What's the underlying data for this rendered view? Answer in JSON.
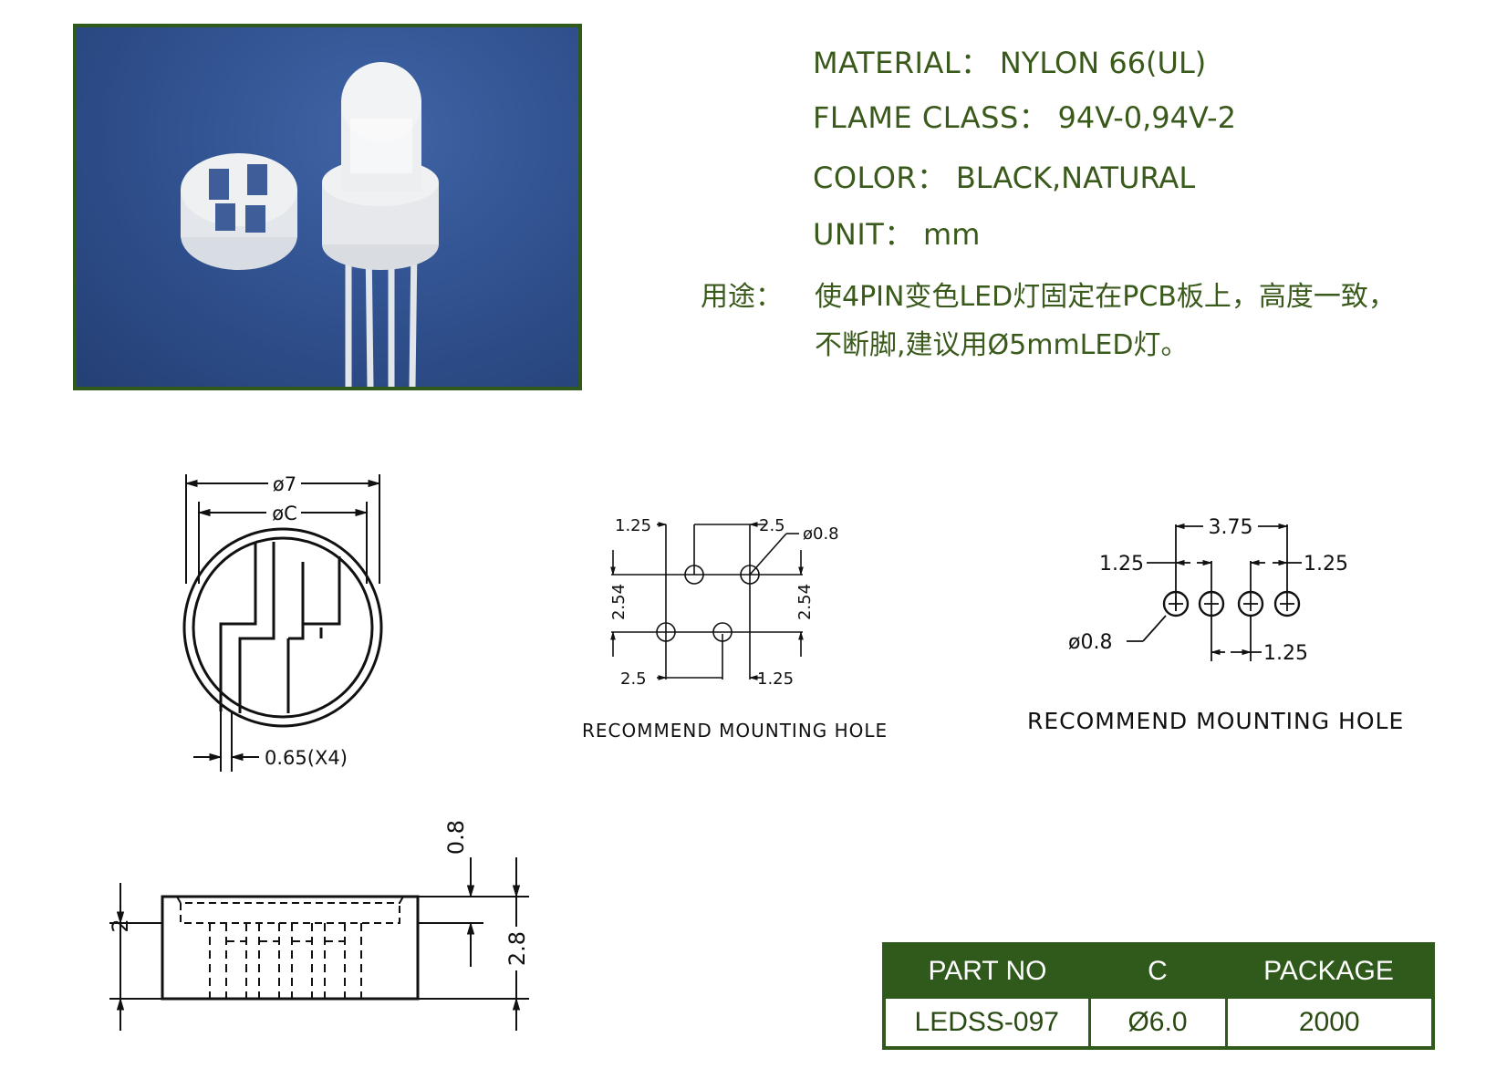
{
  "specs": {
    "material": {
      "label": "MATERIAL：",
      "value": "NYLON 66(UL)"
    },
    "flame_class": {
      "label": "FLAME CLASS：",
      "value": "94V-0,94V-2"
    },
    "color": {
      "label": "COLOR：",
      "value": "BLACK,NATURAL"
    },
    "unit": {
      "label": "UNIT：",
      "value": "mm"
    }
  },
  "usage": {
    "label": "用途：",
    "line1": "使4PIN变色LED灯固定在PCB板上，高度一致，",
    "line2": "不断脚,建议用Ø5mmLED灯。"
  },
  "top_view": {
    "dim_outer": "ø7",
    "dim_inner": "øC",
    "dim_slot": "0.65(X4)"
  },
  "mounting_square": {
    "dims": {
      "top_left": "1.25",
      "top_right": "2.5",
      "hole": "ø0.8",
      "left": "2.54",
      "right": "2.54",
      "bottom_left": "2.5",
      "bottom_right": "1.25"
    },
    "caption": "RECOMMEND  MOUNTING  HOLE"
  },
  "mounting_inline": {
    "dims": {
      "span": "3.75",
      "left": "1.25",
      "right": "1.25",
      "hole": "ø0.8",
      "bottom": "1.25"
    },
    "caption": "RECOMMEND  MOUNTING  HOLE"
  },
  "side_view": {
    "dim_top": "0.8",
    "dim_left": "2",
    "dim_right": "2.8"
  },
  "table": {
    "headers": [
      "PART NO",
      "C",
      "PACKAGE"
    ],
    "rows": [
      [
        "LEDSS-097",
        "Ø6.0",
        "2000"
      ]
    ]
  },
  "colors": {
    "accent": "#2f5a1c",
    "text": "#3a5a1c",
    "photo_bg": "#2f4f8c"
  }
}
